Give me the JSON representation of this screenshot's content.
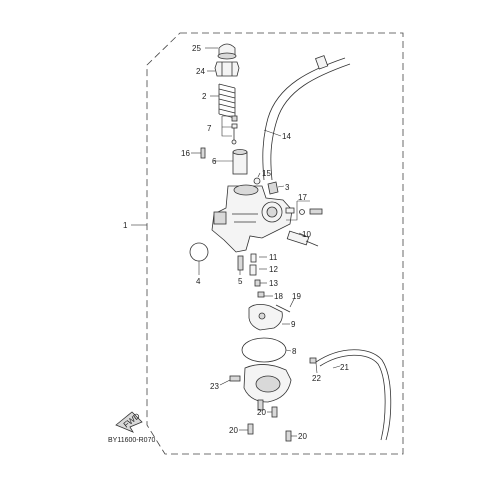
{
  "diagram": {
    "code": "BY11600-R070",
    "fwd_label": "FWD",
    "labels": [
      "25",
      "24",
      "2",
      "7",
      "14",
      "16",
      "6",
      "15",
      "3",
      "17",
      "1",
      "10",
      "4",
      "5",
      "11",
      "12",
      "13",
      "18",
      "19",
      "9",
      "8",
      "21",
      "22",
      "23",
      "20",
      "20",
      "20"
    ]
  }
}
